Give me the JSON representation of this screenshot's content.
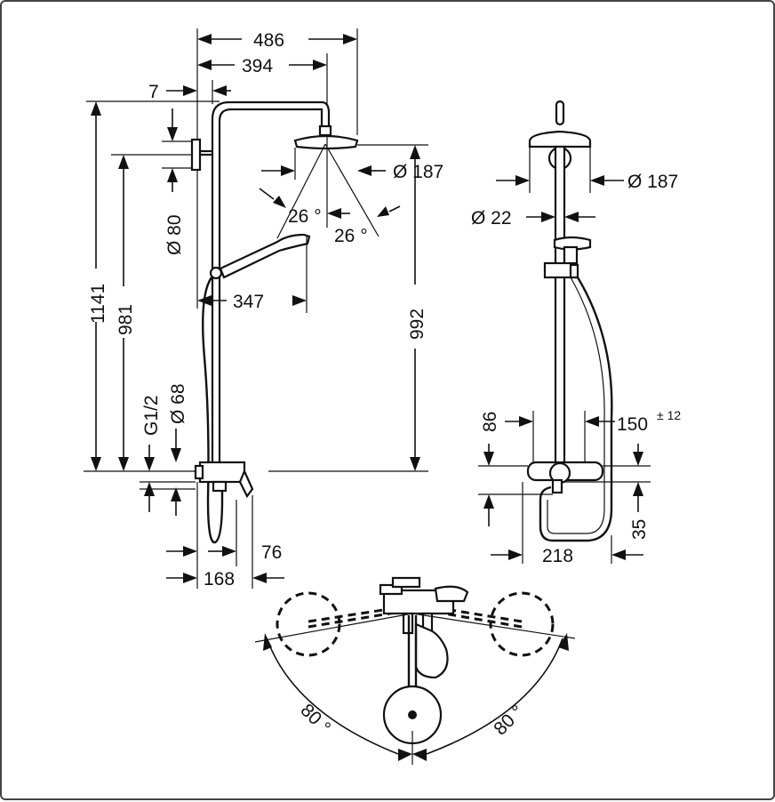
{
  "side_view": {
    "width_total": "486",
    "arm_reach": "394",
    "wall_offset": "7",
    "bracket_dia": "Ø 80",
    "head_dia": "Ø 187",
    "angle_left": "26 °",
    "angle_right": "26 °",
    "handshower_reach": "347",
    "height_total": "1141",
    "height_bracket": "981",
    "height_head": "992",
    "thread": "G1/2",
    "rosette_dia": "Ø 68",
    "mixer_depth": "76",
    "mixer_reach": "168"
  },
  "front_view": {
    "head_dia": "Ø 187",
    "rail_dia": "Ø 22",
    "mixer_height": "86",
    "spacing": "150",
    "tolerance": "± 12",
    "body_height": "35",
    "body_width": "218"
  },
  "top_view": {
    "angle_left": "80 °",
    "angle_right": "80 °"
  }
}
